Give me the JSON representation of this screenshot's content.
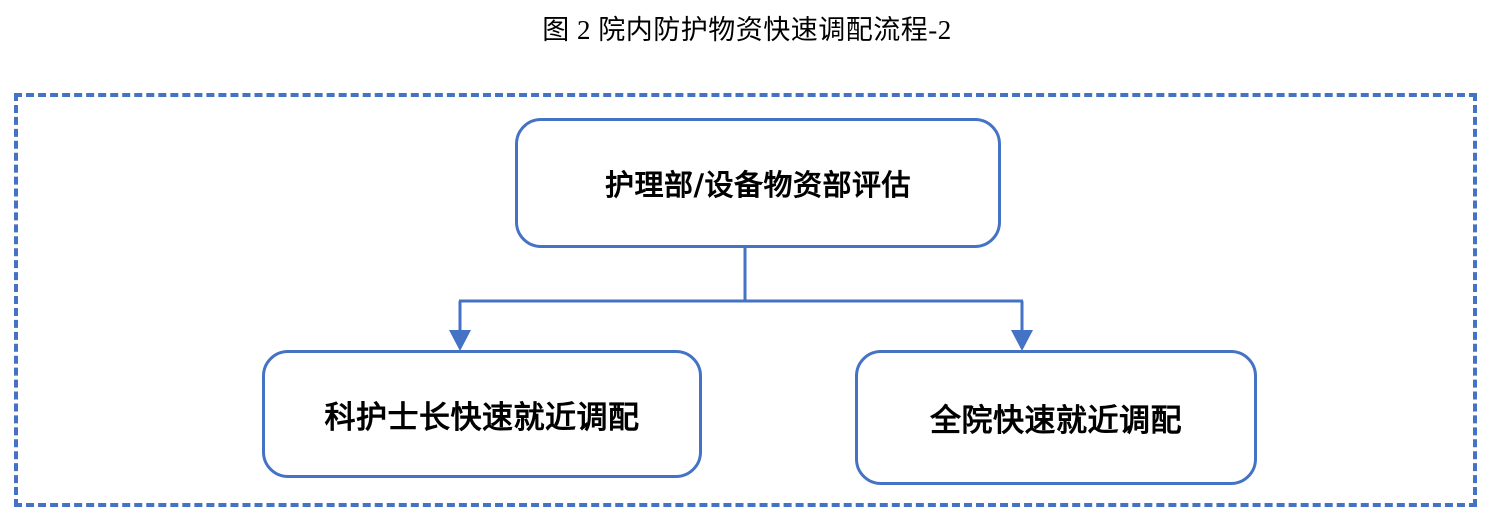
{
  "figure": {
    "title": "图 2 院内防护物资快速调配流程-2",
    "accent_color": "#4472C4",
    "text_color": "#000000",
    "background_color": "#FFFFFF"
  },
  "diagram": {
    "container": {
      "style": "dashed",
      "border_color": "#4472C4"
    },
    "nodes": [
      {
        "id": "assess",
        "label": "护理部/设备物资部评估",
        "role": "decision-source",
        "border_color": "#4472C4"
      },
      {
        "id": "dept",
        "label": "科护士长快速就近调配",
        "role": "outcome",
        "border_color": "#4472C4"
      },
      {
        "id": "hospital",
        "label": "全院快速就近调配",
        "role": "outcome",
        "border_color": "#4472C4"
      }
    ],
    "edges": [
      {
        "from": "assess",
        "to": "dept",
        "style": "elbow-arrow",
        "color": "#4472C4"
      },
      {
        "from": "assess",
        "to": "hospital",
        "style": "elbow-arrow",
        "color": "#4472C4"
      }
    ]
  },
  "chart_data": {
    "type": "diagram",
    "title": "图 2 院内防护物资快速调配流程-2",
    "nodes": [
      "护理部/设备物资部评估",
      "科护士长快速就近调配",
      "全院快速就近调配"
    ],
    "links": [
      [
        "护理部/设备物资部评估",
        "科护士长快速就近调配"
      ],
      [
        "护理部/设备物资部评估",
        "全院快速就近调配"
      ]
    ]
  }
}
